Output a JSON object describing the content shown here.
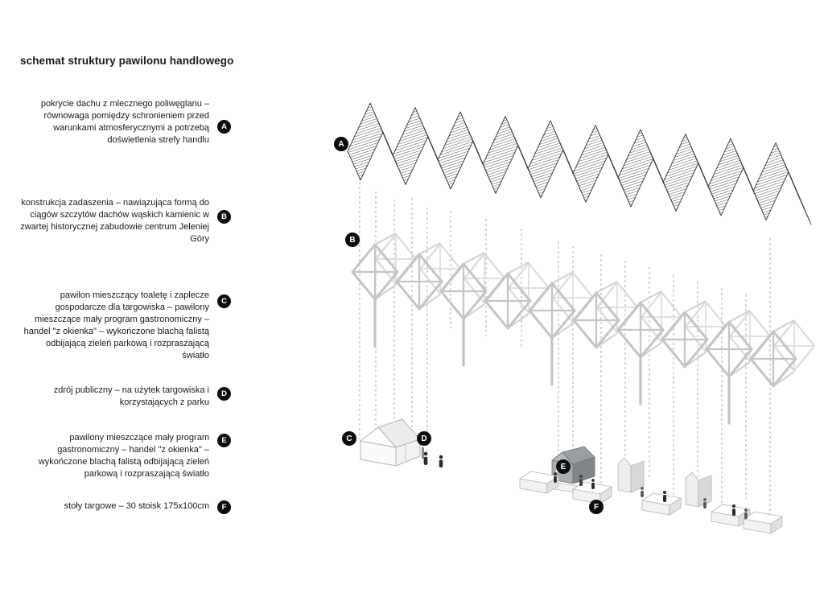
{
  "title": "schemat struktury pawilonu handlowego",
  "annotations": [
    {
      "id": "A",
      "text": "pokrycie dachu z mlecznego poliwęglanu – równowaga pomiędzy schronieniem przed warunkami atmosferycznymi a potrzebą doświetlenia strefy handlu"
    },
    {
      "id": "B",
      "text": "konstrukcja zadaszenia – nawiązująca formą do ciągów szczytów dachów wąskich kamienic w zwartej historycznej zabudowie centrum Jeleniej Góry"
    },
    {
      "id": "C",
      "text": "pawilon mieszczący toaletę i zaplecze gospodarcze dla targowiska – pawilony mieszczące mały program gastronomiczny – handel \"z okienka\" – wykończone blachą falistą odbijającą zieleń parkową i rozpraszającą światło"
    },
    {
      "id": "D",
      "text": "zdrój publiczny – na użytek targowiska i korzystających z parku"
    },
    {
      "id": "E",
      "text": "pawilony mieszczące mały program gastronomiczny – handel \"z okienka\" – wykończone blachą falistą odbijającą zieleń parkową i rozpraszającą światło"
    },
    {
      "id": "F",
      "text": "stoły targowe – 30 stoisk 175x100cm"
    }
  ],
  "colors": {
    "badge": "#0d0d0d",
    "text": "#1a1a1a",
    "roof_hatch": "#3a3a3a",
    "structure_gray": "#c3c6c8",
    "guide_gray": "#9b9b9b"
  }
}
